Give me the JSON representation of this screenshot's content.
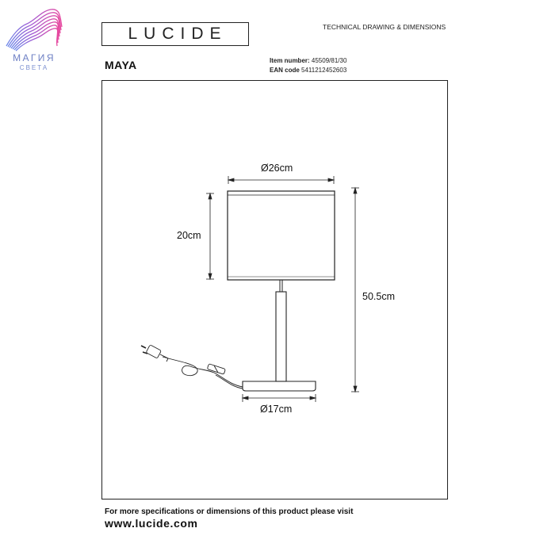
{
  "watermark": {
    "name": "МАГИЯ",
    "subtitle": "СВЕТА",
    "icon": "wave-ribbon-logo"
  },
  "header": {
    "brand": "LUCIDE",
    "document_title": "TECHNICAL DRAWING & DIMENSIONS",
    "product_name": "MAYA",
    "item_number_label": "Item number:",
    "item_number_value": "45509/81/30",
    "ean_label": "EAN code",
    "ean_value": "5411212452603"
  },
  "drawing": {
    "shade_diameter": "Ø26cm",
    "shade_height": "20cm",
    "total_height": "50.5cm",
    "base_diameter": "Ø17cm",
    "icons": [
      "table-lamp-drawing",
      "plug-icon",
      "cable-switch-icon"
    ]
  },
  "footer": {
    "note": "For more specifications or dimensions of this product please visit",
    "url": "www.lucide.com"
  },
  "colors": {
    "ink": "#222222",
    "watermark_gradient": [
      "#e94aa8",
      "#9a5cd6",
      "#4f8ef0"
    ]
  }
}
